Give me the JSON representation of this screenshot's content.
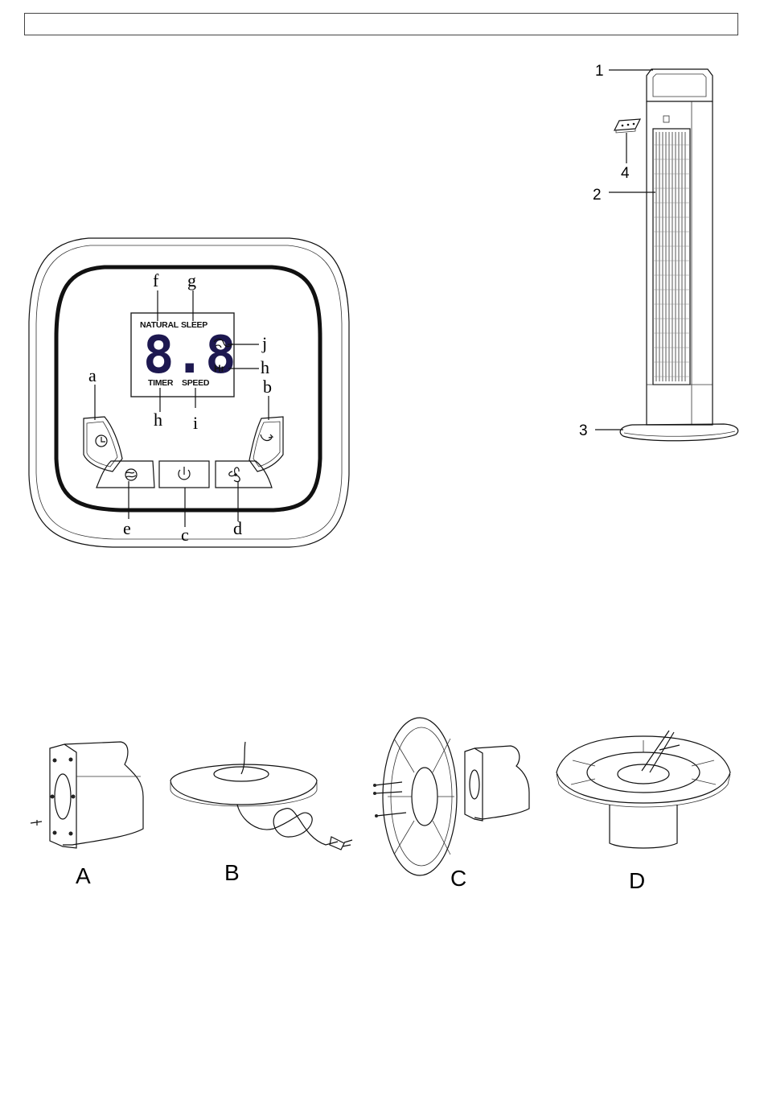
{
  "header": {
    "text": ""
  },
  "control_panel": {
    "lcd": {
      "natural": "NATURAL",
      "sleep": "SLEEP",
      "timer": "TIMER",
      "speed": "SPEED",
      "hr": "Hr",
      "digits": "8.8"
    },
    "callouts": {
      "a": "a",
      "b": "b",
      "c": "c",
      "d": "d",
      "e": "e",
      "f": "f",
      "g": "g",
      "h1": "h",
      "h2": "h",
      "i": "i",
      "j": "j"
    }
  },
  "tower_fan": {
    "callouts": {
      "n1": "1",
      "n2": "2",
      "n3": "3",
      "n4": "4"
    }
  },
  "assembly": {
    "labels": {
      "A": "A",
      "B": "B",
      "C": "C",
      "D": "D"
    }
  }
}
